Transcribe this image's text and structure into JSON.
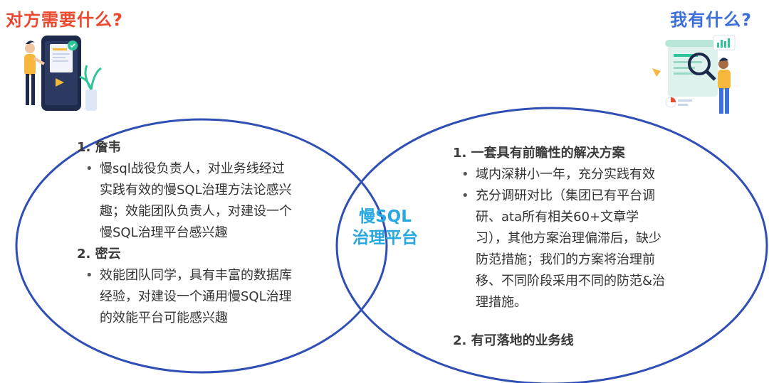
{
  "header": {
    "left_title": "对方需要什么?",
    "right_title": "我有什么?"
  },
  "center": {
    "line1": "慢SQL",
    "line2": "治理平台"
  },
  "left": {
    "items": [
      {
        "title": "1. 詹韦",
        "bullet_lines": [
          "慢sql战役负责人，对业务线经过",
          "实践有效的慢SQL治理方法论感兴",
          "趣；效能团队负责人，对建设一个",
          "慢SQL治理平台感兴趣"
        ]
      },
      {
        "title": "2. 密云",
        "bullet_lines": [
          "效能团队同学，具有丰富的数据库",
          "经验，对建设一个通用慢SQL治理",
          "的效能平台可能感兴趣"
        ]
      }
    ]
  },
  "right": {
    "items": [
      {
        "title": "1. 一套具有前瞻性的解决方案",
        "bullets": [
          {
            "lines": [
              "域内深耕小一年，充分实践有效"
            ]
          },
          {
            "lines": [
              "充分调研对比（集团已有平台调",
              "研、ata所有相关60+文章学",
              "习），其他方案治理偏滞后，缺少",
              "防范措施；我们的方案将治理前",
              "移、不同阶段采用不同的防范&治",
              "理措施。"
            ]
          }
        ]
      },
      {
        "title": "2. 有可落地的业务线",
        "bullets": []
      }
    ]
  },
  "colors": {
    "left_title": "#e8492f",
    "right_title": "#3c6fd9",
    "circle_stroke": "#2f4fb5",
    "center_text": "#28a8e0"
  },
  "icons": [
    "phone-document-illustration",
    "report-magnifier-illustration"
  ]
}
